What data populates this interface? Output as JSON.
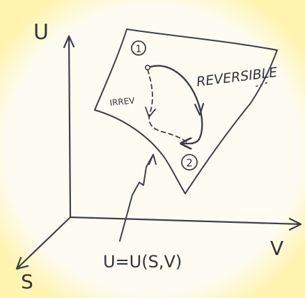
{
  "diagram": {
    "axes": {
      "u_label": "U",
      "v_label": "V",
      "s_label": "S"
    },
    "states": {
      "state1": "1",
      "state2": "2"
    },
    "paths": {
      "reversible": "REVERSIBLE",
      "irreversible": "IRREV"
    },
    "surface_equation": "U=U(S,V)"
  },
  "colors": {
    "paper": "#fefcf2",
    "ink": "#3b3f48",
    "glow": "#fff4b0"
  }
}
